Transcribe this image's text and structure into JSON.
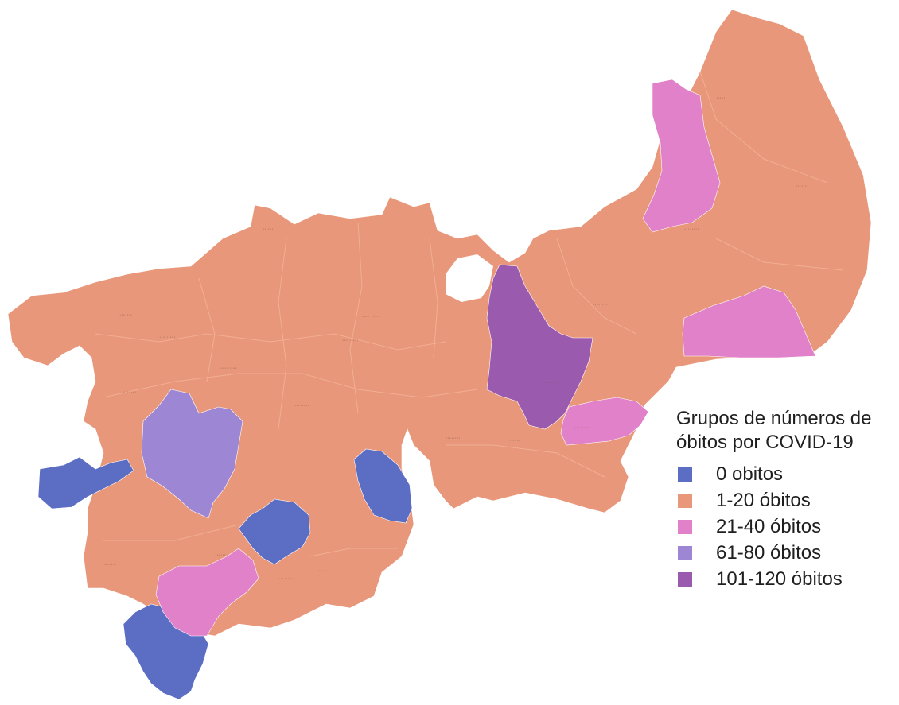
{
  "legend": {
    "title_line1": "Grupos de números de",
    "title_line2": "óbitos por COVID-19",
    "items": [
      {
        "label": "0 obitos",
        "color": "#5b6ec4"
      },
      {
        "label": "1-20 óbitos",
        "color": "#e9977a"
      },
      {
        "label": "21-40 óbitos",
        "color": "#e081c9"
      },
      {
        "label": "61-80 óbitos",
        "color": "#9d86d4"
      },
      {
        "label": "101-120 óbitos",
        "color": "#9a5aad"
      }
    ]
  },
  "map": {
    "colors": {
      "g0": "#5b6ec4",
      "g1_20": "#e9977a",
      "g21_40": "#e081c9",
      "g61_80": "#9d86d4",
      "g101_120": "#9a5aad"
    }
  }
}
